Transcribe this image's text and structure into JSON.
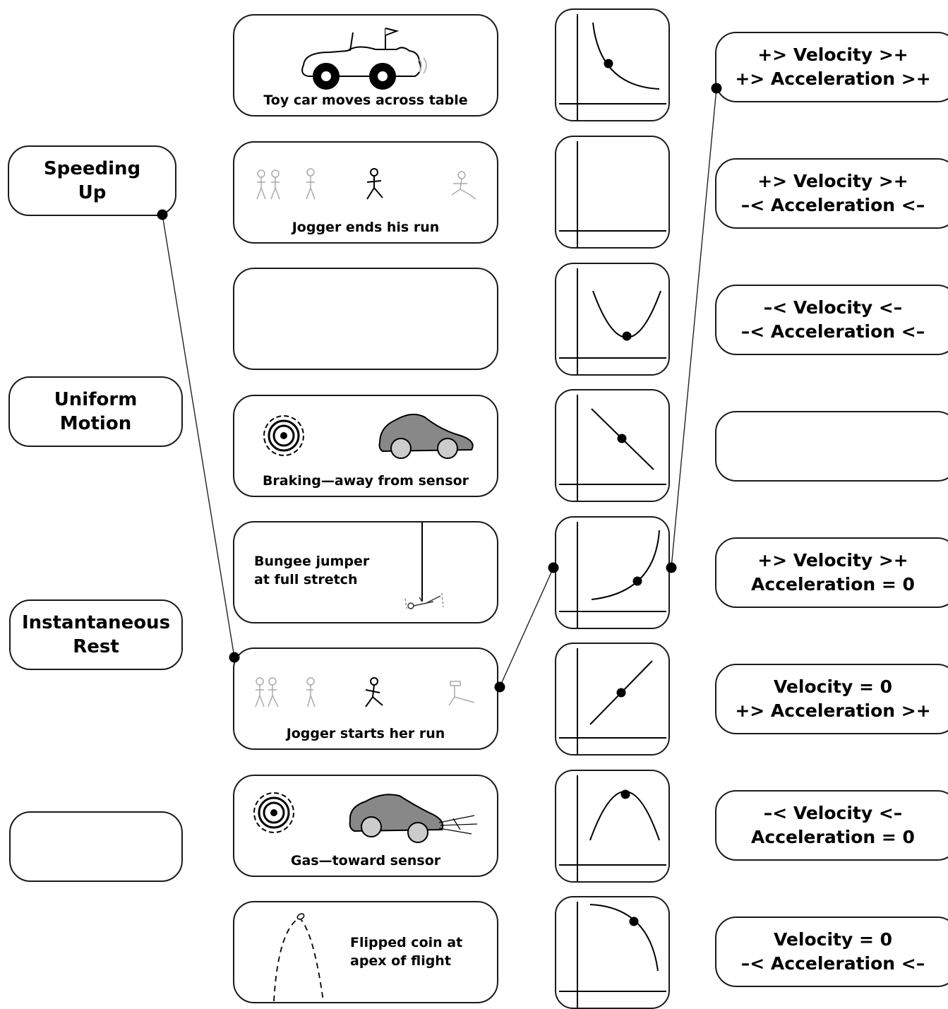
{
  "motion_types": [
    {
      "label_1": "Speeding",
      "label_2": "Up"
    },
    {
      "label_1": "Uniform",
      "label_2": "Motion"
    },
    {
      "label_1": "Instantaneous",
      "label_2": "Rest"
    },
    {
      "label_1": "",
      "label_2": ""
    }
  ],
  "scenarios": [
    {
      "caption": "Toy car moves across table"
    },
    {
      "caption": "Jogger ends his run"
    },
    {
      "caption": ""
    },
    {
      "caption": "Braking—away from sensor"
    },
    {
      "caption_1": "Bungee jumper",
      "caption_2": "at full stretch"
    },
    {
      "caption": "Jogger starts her run"
    },
    {
      "caption": "Gas—toward sensor"
    },
    {
      "caption_1": "Flipped coin at",
      "caption_2": "apex of flight"
    }
  ],
  "graphs": [
    {
      "curve": "decreasing-concave-up",
      "marker": true
    },
    {
      "curve": "none",
      "marker": false
    },
    {
      "curve": "parabola-up",
      "marker": true
    },
    {
      "curve": "line-down",
      "marker": true
    },
    {
      "curve": "increasing-concave-up",
      "marker": true
    },
    {
      "curve": "line-up",
      "marker": true
    },
    {
      "curve": "parabola-down",
      "marker": true
    },
    {
      "curve": "decreasing-concave-down",
      "marker": true
    }
  ],
  "descriptors": [
    {
      "velocity": "+> Velocity >+",
      "acceleration": "+> Acceleration >+"
    },
    {
      "velocity": "+> Velocity >+",
      "acceleration": "–< Acceleration <–"
    },
    {
      "velocity": "–< Velocity <–",
      "acceleration": "–< Acceleration <–"
    },
    {
      "velocity": "",
      "acceleration": ""
    },
    {
      "velocity": "+> Velocity >+",
      "acceleration": "Acceleration = 0"
    },
    {
      "velocity": "Velocity = 0",
      "acceleration": "+> Acceleration >+"
    },
    {
      "velocity": "–< Velocity <–",
      "acceleration": "Acceleration = 0"
    },
    {
      "velocity": "Velocity = 0",
      "acceleration": "–< Acceleration <–"
    }
  ],
  "connections": [
    {
      "from": "motion_types.0",
      "to": "scenarios.5"
    },
    {
      "from": "scenarios.5",
      "to": "graphs.4"
    },
    {
      "from": "graphs.4",
      "to": "descriptors.0"
    }
  ]
}
